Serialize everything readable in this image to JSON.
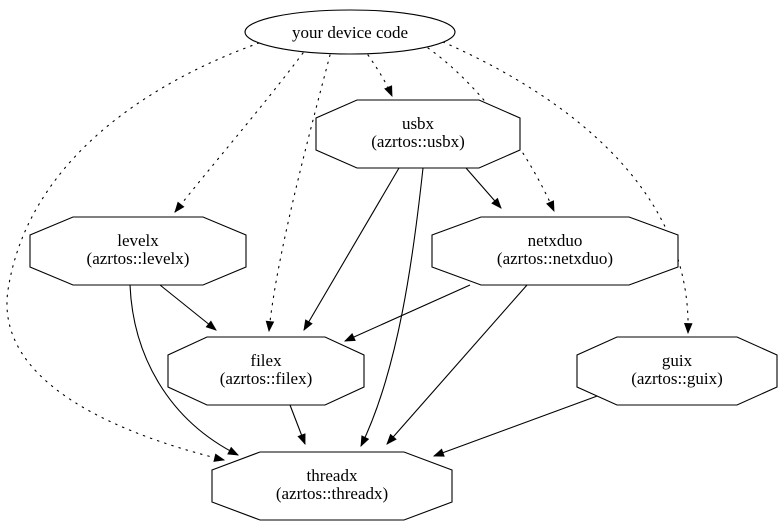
{
  "graph": {
    "background": "#ffffff",
    "stroke_color": "#000000",
    "node_fill": "#ffffff",
    "nodes": {
      "device": {
        "label": "your device code",
        "shape": "ellipse"
      },
      "usbx": {
        "label": "usbx",
        "sublabel": "(azrtos::usbx)",
        "shape": "octagon"
      },
      "levelx": {
        "label": "levelx",
        "sublabel": "(azrtos::levelx)",
        "shape": "octagon"
      },
      "netxduo": {
        "label": "netxduo",
        "sublabel": "(azrtos::netxduo)",
        "shape": "octagon"
      },
      "filex": {
        "label": "filex",
        "sublabel": "(azrtos::filex)",
        "shape": "octagon"
      },
      "guix": {
        "label": "guix",
        "sublabel": "(azrtos::guix)",
        "shape": "octagon"
      },
      "threadx": {
        "label": "threadx",
        "sublabel": "(azrtos::threadx)",
        "shape": "octagon"
      }
    },
    "edges": [
      {
        "from": "device",
        "to": "usbx",
        "style": "dotted"
      },
      {
        "from": "device",
        "to": "levelx",
        "style": "dotted"
      },
      {
        "from": "device",
        "to": "filex",
        "style": "dotted"
      },
      {
        "from": "device",
        "to": "netxduo",
        "style": "dotted"
      },
      {
        "from": "device",
        "to": "guix",
        "style": "dotted"
      },
      {
        "from": "device",
        "to": "threadx",
        "style": "dotted"
      },
      {
        "from": "usbx",
        "to": "netxduo",
        "style": "solid"
      },
      {
        "from": "usbx",
        "to": "filex",
        "style": "solid"
      },
      {
        "from": "usbx",
        "to": "threadx",
        "style": "solid"
      },
      {
        "from": "levelx",
        "to": "filex",
        "style": "solid"
      },
      {
        "from": "levelx",
        "to": "threadx",
        "style": "solid"
      },
      {
        "from": "netxduo",
        "to": "filex",
        "style": "solid"
      },
      {
        "from": "netxduo",
        "to": "threadx",
        "style": "solid"
      },
      {
        "from": "filex",
        "to": "threadx",
        "style": "solid"
      },
      {
        "from": "guix",
        "to": "threadx",
        "style": "solid"
      }
    ]
  }
}
